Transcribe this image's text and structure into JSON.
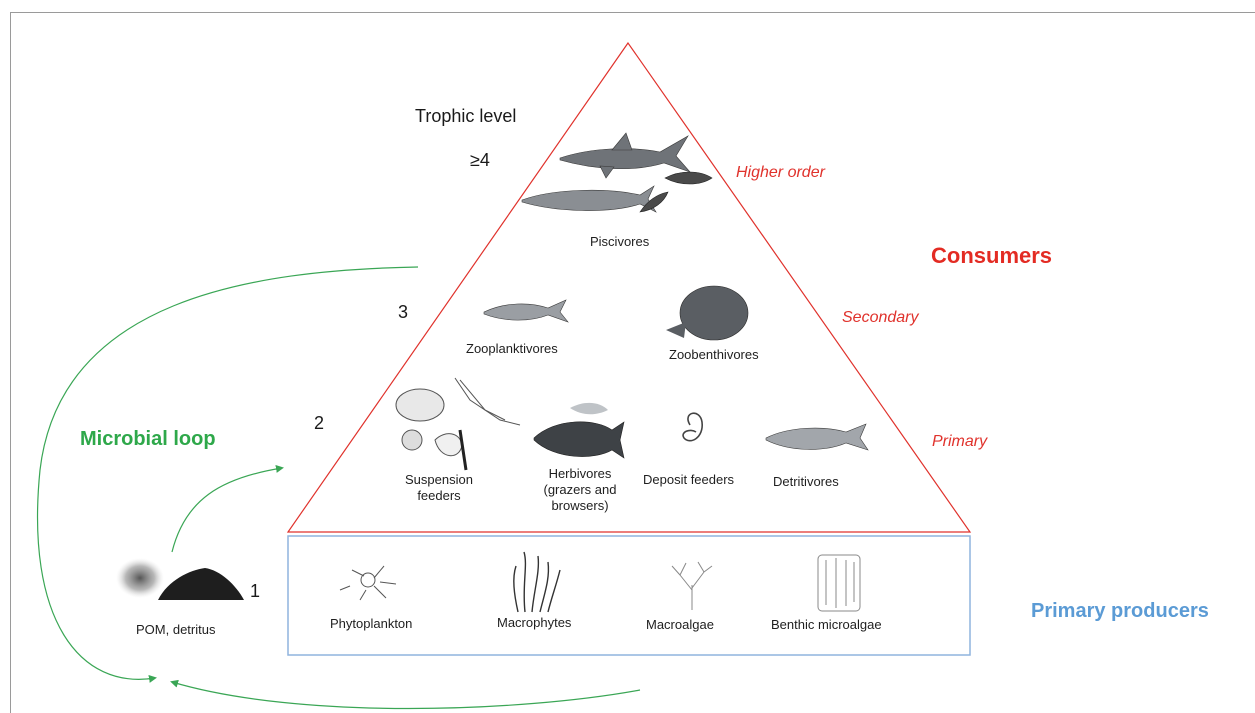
{
  "trophic_label": "Trophic level",
  "levels": {
    "l4": "≥4",
    "l3": "3",
    "l2": "2",
    "l1": "1"
  },
  "consumer_tiers": {
    "higher": "Higher order",
    "secondary": "Secondary",
    "primary": "Primary"
  },
  "consumers_title": "Consumers",
  "microbial_loop": "Microbial loop",
  "primary_producers": "Primary producers",
  "groups": {
    "piscivores": "Piscivores",
    "zooplanktivores": "Zooplanktivores",
    "zoobenthivores": "Zoobenthivores",
    "suspension_1": "Suspension",
    "suspension_2": "feeders",
    "herbivores_1": "Herbivores",
    "herbivores_2": "(grazers and",
    "herbivores_3": "browsers)",
    "deposit": "Deposit feeders",
    "detritivores": "Detritivores"
  },
  "producers": {
    "phyto": "Phytoplankton",
    "macrophytes": "Macrophytes",
    "macroalgae": "Macroalgae",
    "benthic": "Benthic microalgae"
  },
  "pom": "POM, detritus",
  "colors": {
    "triangle": "#e0322c",
    "box": "#8fb4de",
    "arrow": "#3aa655"
  }
}
